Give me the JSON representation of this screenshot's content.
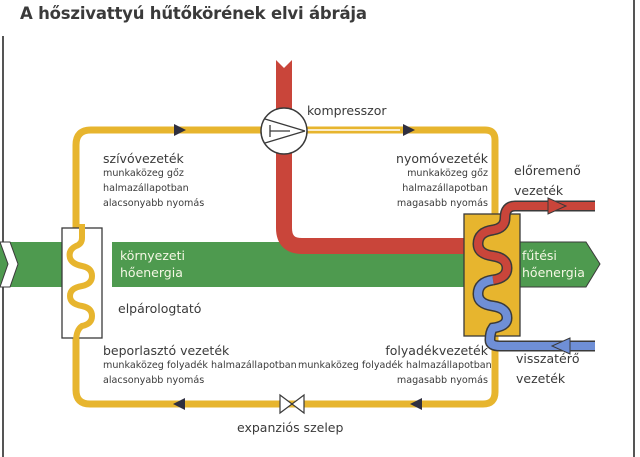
{
  "title": "A hőszivattyú hűtőkörének elvi ábrája",
  "colors": {
    "refrigerant_loop": "#e7b52e",
    "hot_pipe": "#c9453a",
    "cold_pipe": "#6f8fd6",
    "heat_band": "#4e9a4f",
    "outline": "#3a3a3a",
    "arrow": "#2f2f3f"
  },
  "components": {
    "compressor": "kompresszor",
    "evaporator": "elpárologtató",
    "expansion_valve": "expanziós szelep"
  },
  "suction_line": {
    "title": "szívóvezeték",
    "lines": [
      "munkaközeg gőz",
      "halmazállapotban",
      "alacsonyabb nyomás"
    ]
  },
  "pressure_line": {
    "title": "nyomóvezeték",
    "lines": [
      "munkaközeg gőz",
      "halmazállapotban",
      "magasabb nyomás"
    ]
  },
  "injection_line": {
    "title": "beporlasztó vezeték",
    "lines": [
      "munkaközeg folyadék halmazállapotban",
      "alacsonyabb nyomás"
    ]
  },
  "liquid_line": {
    "title": "folyadékvezeték",
    "lines": [
      "munkaközeg folyadék halmazállapotban",
      "magasabb nyomás"
    ]
  },
  "environmental_heat": [
    "környezeti",
    "hőenergia"
  ],
  "heating_energy": [
    "fűtési",
    "hőenergia"
  ],
  "supply_line": [
    "előremenő",
    "vezeték"
  ],
  "return_line": [
    "visszatérő",
    "vezeték"
  ],
  "icons": {
    "flow_arrow": "triangle-arrow",
    "compressor": "compressor-symbol",
    "valve": "bowtie-valve-symbol"
  }
}
